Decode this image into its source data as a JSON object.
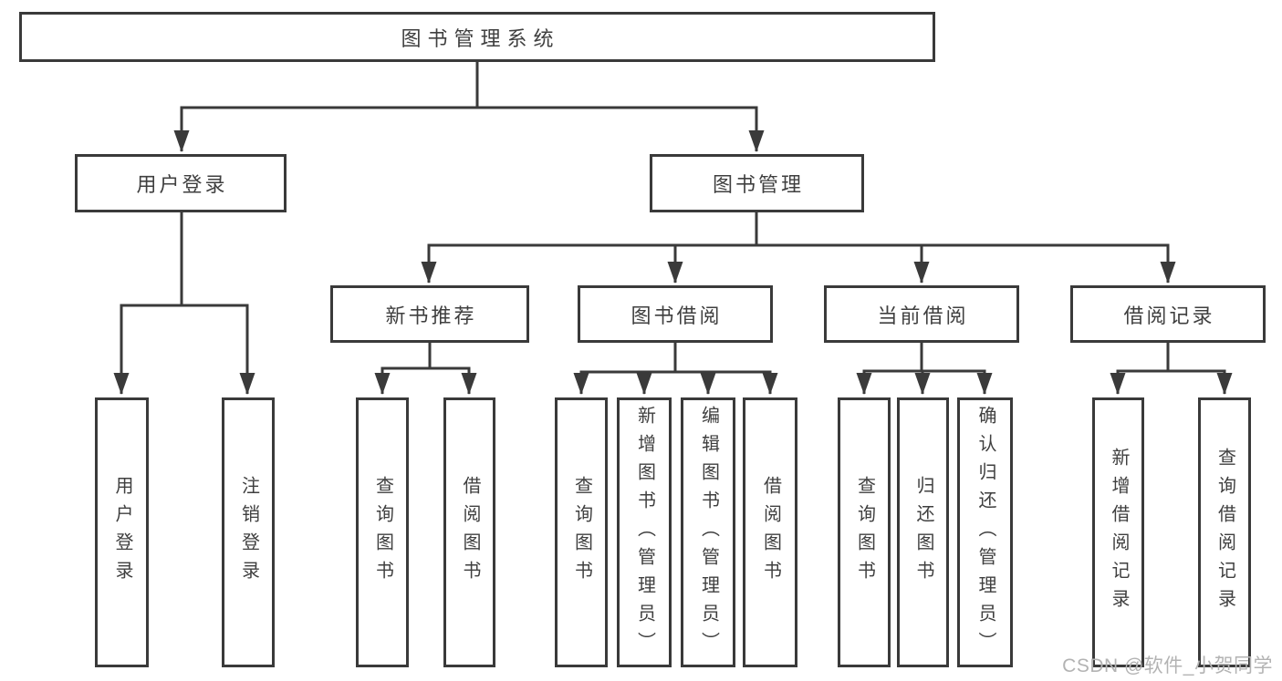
{
  "colors": {
    "line": "#3a3a3a",
    "box_border": "#3a3a3a",
    "text": "#3f3f3f",
    "background": "#ffffff",
    "watermark": "#b3b3b3"
  },
  "watermark": {
    "text": "CSDN @软件_小贺同学"
  },
  "tree": {
    "root": {
      "label": "图书管理系统"
    },
    "branches": [
      {
        "label": "用户登录",
        "children": [
          {
            "label": "用户登录"
          },
          {
            "label": "注销登录"
          }
        ]
      },
      {
        "label": "图书管理",
        "sections": [
          {
            "label": "新书推荐",
            "children": [
              {
                "label": "查询图书"
              },
              {
                "label": "借阅图书"
              }
            ]
          },
          {
            "label": "图书借阅",
            "children": [
              {
                "label": "查询图书"
              },
              {
                "label": "新增图书（管理员）"
              },
              {
                "label": "编辑图书（管理员）"
              },
              {
                "label": "借阅图书"
              }
            ]
          },
          {
            "label": "当前借阅",
            "children": [
              {
                "label": "查询图书"
              },
              {
                "label": "归还图书"
              },
              {
                "label": "确认归还（管理员）"
              }
            ]
          },
          {
            "label": "借阅记录",
            "children": [
              {
                "label": "新增借阅记录"
              },
              {
                "label": "查询借阅记录"
              }
            ]
          }
        ]
      }
    ]
  }
}
